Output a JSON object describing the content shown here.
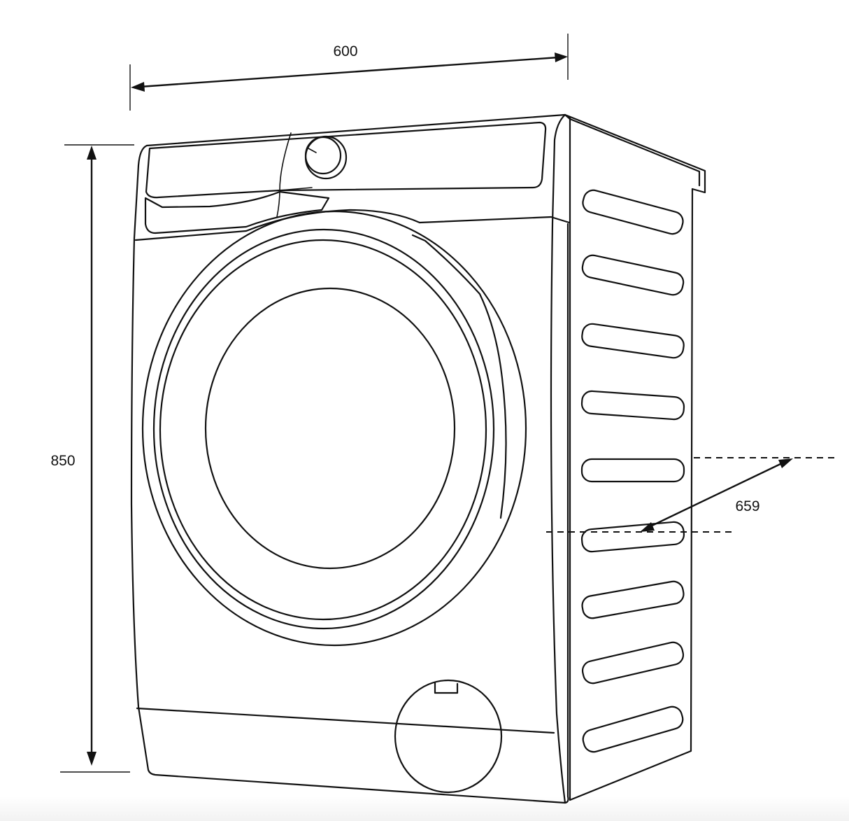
{
  "dimensions": {
    "width_label": "600",
    "height_label": "850",
    "depth_label": "659"
  },
  "colors": {
    "line": "#111111",
    "background": "#ffffff"
  }
}
